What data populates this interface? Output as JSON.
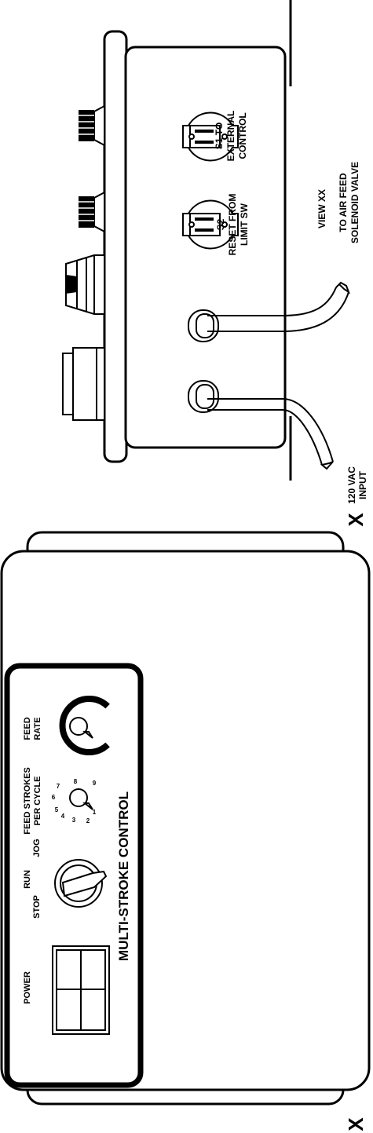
{
  "section_mark": "X",
  "front_view": {
    "title": "MULTI-STROKE CONTROL",
    "power_label": "POWER",
    "selector_labels": [
      "STOP",
      "RUN",
      "JOG"
    ],
    "feed_strokes_label_1": "FEED STROKES",
    "feed_strokes_label_2": "PER CYCLE",
    "dial_numbers": [
      "1",
      "2",
      "3",
      "4",
      "5",
      "6",
      "7",
      "8",
      "9"
    ],
    "feed_rate_label_1": "FEED",
    "feed_rate_label_2": "RATE"
  },
  "side_view": {
    "s1_label_1": "S1 TO",
    "s1_label_2": "EXTERNAL",
    "s1_label_3": "CONTROL",
    "s2_label_1": "S2",
    "s2_label_2": "RESET FROM",
    "s2_label_3": "LIMIT SW",
    "view_label": "VIEW XX",
    "air_feed_label_1": "TO AIR FEED",
    "air_feed_label_2": "SOLENOID VALVE",
    "input_label_1": "120 VAC",
    "input_label_2": "INPUT"
  }
}
